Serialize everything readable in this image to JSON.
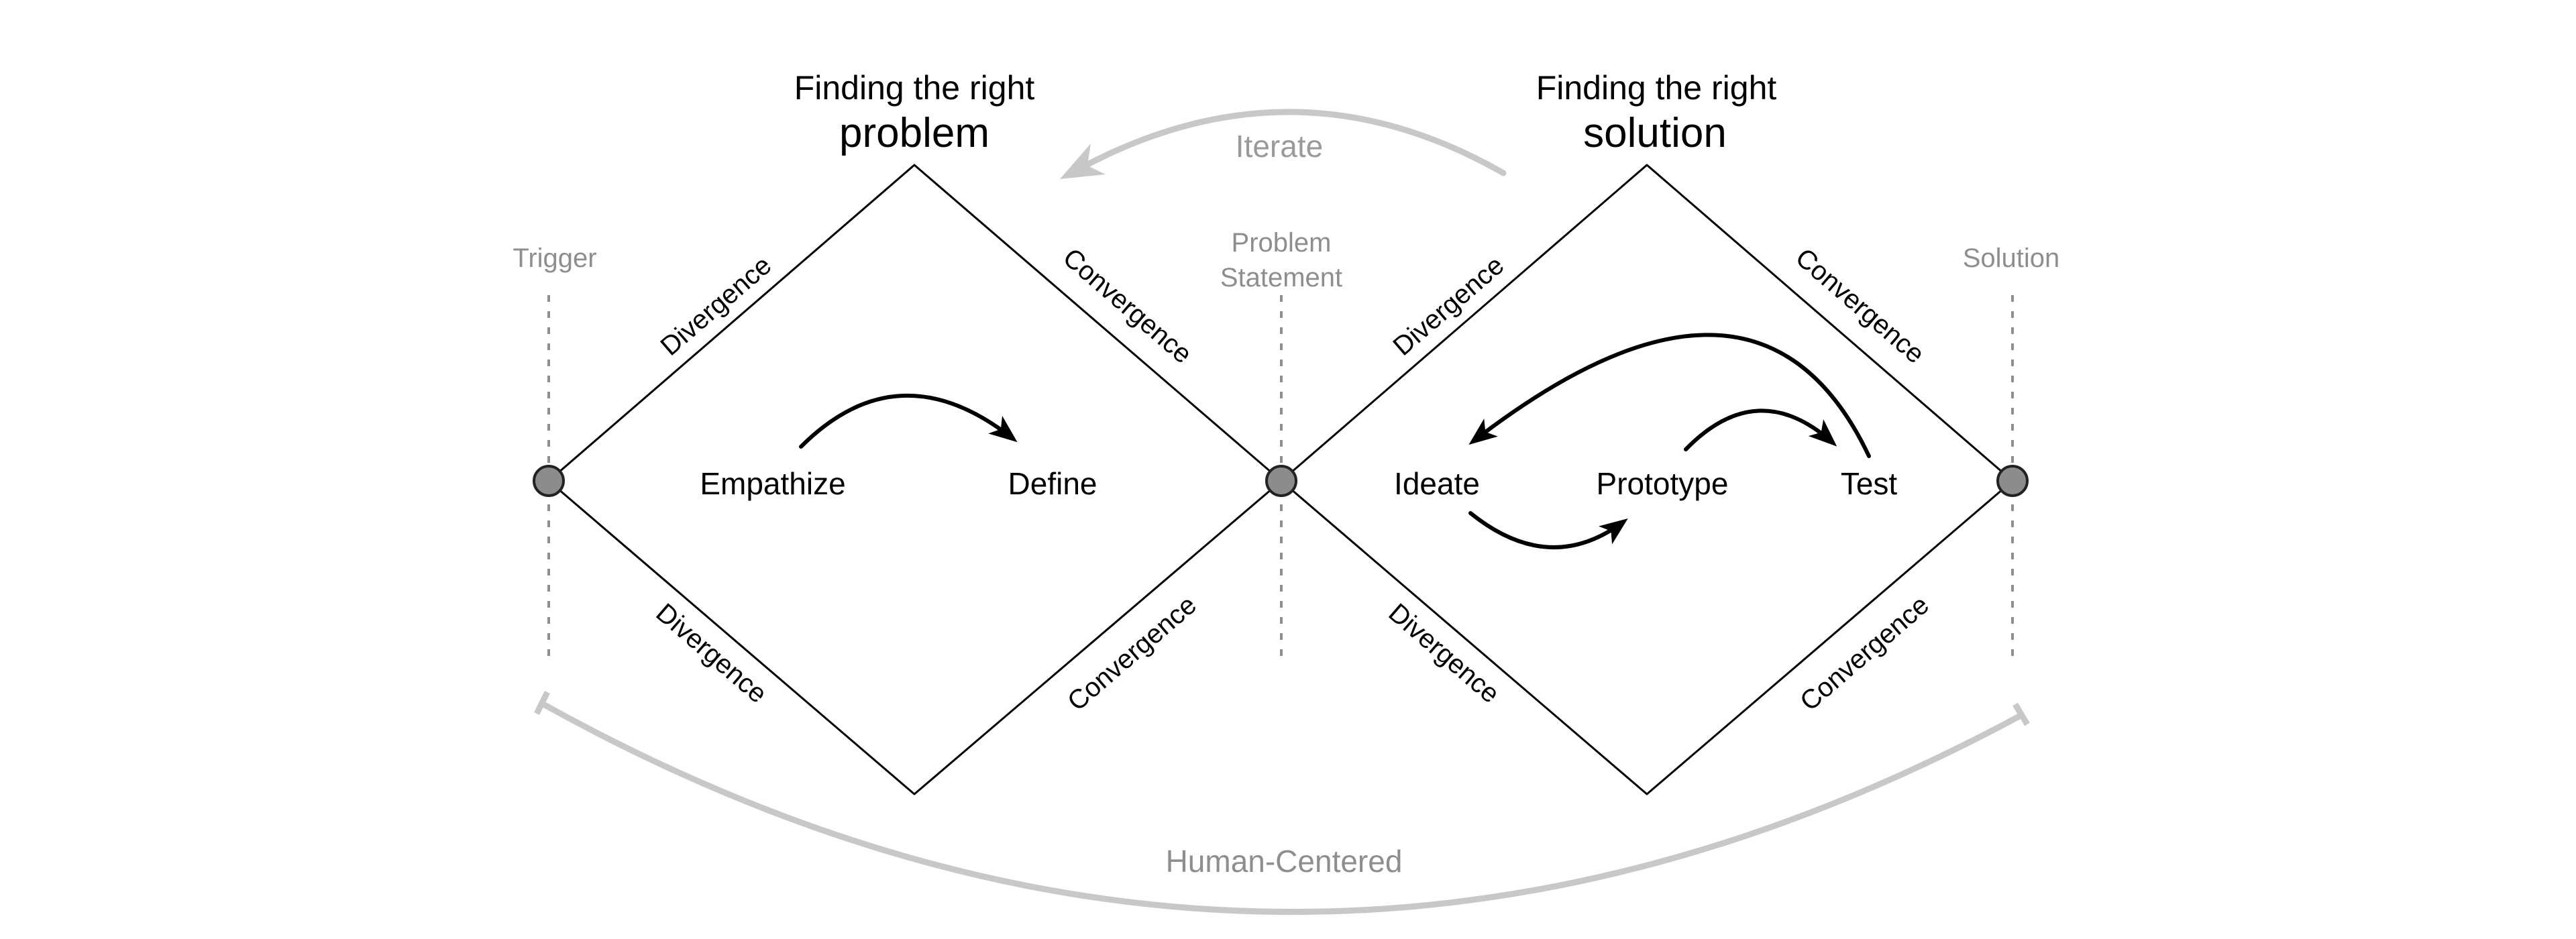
{
  "diagram": {
    "headings": {
      "problem": {
        "line1": "Finding the right",
        "line2": "problem"
      },
      "solution": {
        "line1": "Finding the right",
        "line2": "solution"
      }
    },
    "milestones": {
      "trigger": "Trigger",
      "problem_statement_line1": "Problem",
      "problem_statement_line2": "Statement",
      "solution": "Solution"
    },
    "edge_labels": {
      "d1_upper_left": "Divergence",
      "d1_upper_right": "Convergence",
      "d1_lower_left": "Divergence",
      "d1_lower_right": "Convergence",
      "d2_upper_left": "Divergence",
      "d2_upper_right": "Convergence",
      "d2_lower_left": "Divergence",
      "d2_lower_right": "Convergence"
    },
    "phases": {
      "empathize": "Empathize",
      "define": "Define",
      "ideate": "Ideate",
      "prototype": "Prototype",
      "test": "Test"
    },
    "loops": {
      "iterate": "Iterate",
      "human_centered": "Human-Centered"
    },
    "colors": {
      "line": "#000000",
      "node_fill": "#8c8c8c",
      "muted_text": "#8e8e8e",
      "grey_arrow": "#c8c8c8",
      "background": "#ffffff"
    }
  }
}
